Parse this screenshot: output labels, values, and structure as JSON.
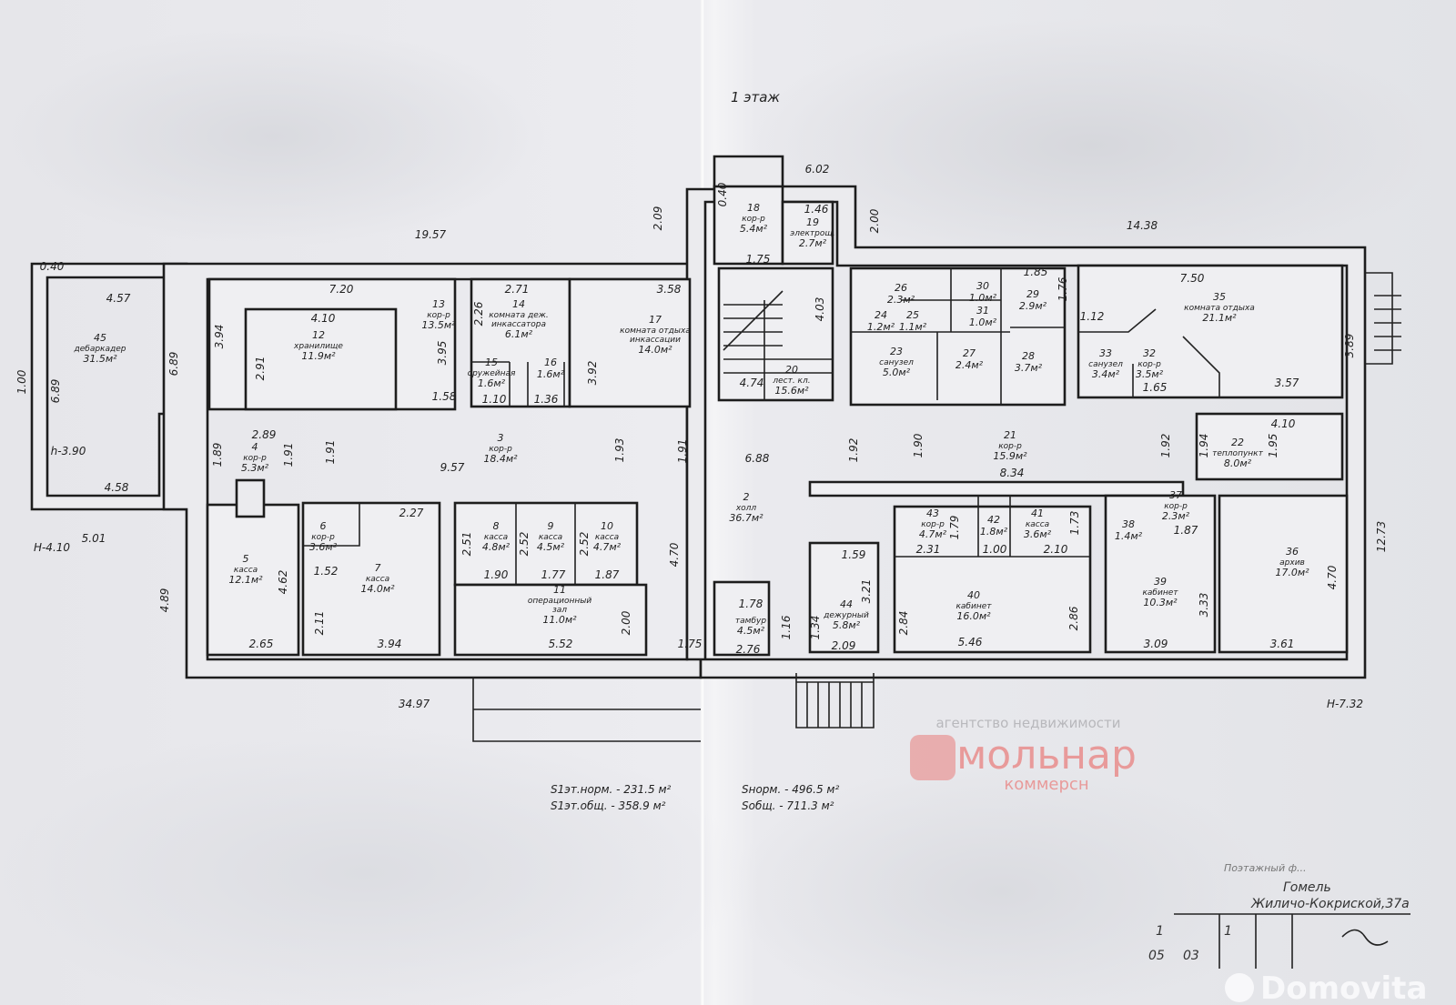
{
  "title": "1 этаж",
  "rooms": [
    {
      "n": "45",
      "name": [
        "дебаркадер"
      ],
      "area": "31.5м²"
    },
    {
      "n": "12",
      "name": [
        "хранилище"
      ],
      "area": "11.9м²"
    },
    {
      "n": "13",
      "name": [
        "кор-р"
      ],
      "area": "13.5м²"
    },
    {
      "n": "14",
      "name": [
        "комната деж.",
        "инкассатора"
      ],
      "area": "6.1м²"
    },
    {
      "n": "15",
      "name": [
        "оружейная"
      ],
      "area": "1.6м²"
    },
    {
      "n": "16",
      "name": [],
      "area": "1.6м²"
    },
    {
      "n": "17",
      "name": [
        "комната отдыха",
        "инкассации"
      ],
      "area": "14.0м²"
    },
    {
      "n": "18",
      "name": [
        "кор-р"
      ],
      "area": "5.4м²"
    },
    {
      "n": "19",
      "name": [
        "электрощ."
      ],
      "area": "2.7м²"
    },
    {
      "n": "20",
      "name": [
        "лест. кл."
      ],
      "area": "15.6м²"
    },
    {
      "n": "26",
      "name": [],
      "area": "2.3м²"
    },
    {
      "n": "24",
      "name": [],
      "area": "1.2м²"
    },
    {
      "n": "25",
      "name": [],
      "area": "1.1м²"
    },
    {
      "n": "30",
      "name": [],
      "area": "1.0м²"
    },
    {
      "n": "31",
      "name": [],
      "area": "1.0м²"
    },
    {
      "n": "29",
      "name": [],
      "area": "2.9м²"
    },
    {
      "n": "23",
      "name": [
        "санузел"
      ],
      "area": "5.0м²"
    },
    {
      "n": "27",
      "name": [],
      "area": "2.4м²"
    },
    {
      "n": "28",
      "name": [],
      "area": "3.7м²"
    },
    {
      "n": "35",
      "name": [
        "комната отдыха"
      ],
      "area": "21.1м²"
    },
    {
      "n": "33",
      "name": [
        "санузел"
      ],
      "area": "3.4м²"
    },
    {
      "n": "32",
      "name": [
        "кор-р"
      ],
      "area": "3.5м²"
    },
    {
      "n": "22",
      "name": [
        "теплопункт"
      ],
      "area": "8.0м²"
    },
    {
      "n": "21",
      "name": [
        "кор-р"
      ],
      "area": "15.9м²"
    },
    {
      "n": "3",
      "name": [
        "кор-р"
      ],
      "area": "18.4м²"
    },
    {
      "n": "4",
      "name": [
        "кор-р"
      ],
      "area": "5.3м²"
    },
    {
      "n": "2",
      "name": [
        "холл"
      ],
      "area": "36.7м²"
    },
    {
      "n": "5",
      "name": [
        "касса"
      ],
      "area": "12.1м²"
    },
    {
      "n": "6",
      "name": [
        "кор-р"
      ],
      "area": "3.6м²"
    },
    {
      "n": "7",
      "name": [
        "касса"
      ],
      "area": "14.0м²"
    },
    {
      "n": "8",
      "name": [
        "касса"
      ],
      "area": "4.8м²"
    },
    {
      "n": "9",
      "name": [
        "касса"
      ],
      "area": "4.5м²"
    },
    {
      "n": "10",
      "name": [
        "касса"
      ],
      "area": "4.7м²"
    },
    {
      "n": "11",
      "name": [
        "операционный",
        "зал"
      ],
      "area": "11.0м²"
    },
    {
      "n": "43",
      "name": [
        "кор-р"
      ],
      "area": "4.7м²"
    },
    {
      "n": "42",
      "name": [],
      "area": "1.8м²"
    },
    {
      "n": "41",
      "name": [
        "касса"
      ],
      "area": "3.6м²"
    },
    {
      "n": "38",
      "name": [],
      "area": "1.4м²"
    },
    {
      "n": "37",
      "name": [
        "кор-р"
      ],
      "area": "2.3м²"
    },
    {
      "n": "40",
      "name": [
        "кабинет"
      ],
      "area": "16.0м²"
    },
    {
      "n": "39",
      "name": [
        "кабинет"
      ],
      "area": "10.3м²"
    },
    {
      "n": "36",
      "name": [
        "архив"
      ],
      "area": "17.0м²"
    },
    {
      "n": "44",
      "name": [
        "дежурный"
      ],
      "area": "5.8м²"
    },
    {
      "n": "",
      "name": [
        "тамбур"
      ],
      "area": "4.5м²"
    }
  ],
  "dims": [
    "19.57",
    "2.09",
    "6.02",
    "2.00",
    "14.38",
    "0.40",
    "4.57",
    "6.89",
    "6.89",
    "h-3.90",
    "4.58",
    "1.00",
    "7.20",
    "3.94",
    "4.10",
    "2.91",
    "3.95",
    "1.58",
    "2.71",
    "2.26",
    "3.58",
    "3.92",
    "1.10",
    "1.36",
    "4.03",
    "4.74",
    "1.75",
    "2.89",
    "1.89",
    "1.91",
    "1.91",
    "9.57",
    "1.93",
    "1.91",
    "6.88",
    "1.92",
    "1.90",
    "8.34",
    "1.92",
    "1.94",
    "1.95",
    "4.10",
    "7.50",
    "1.76",
    "3.89",
    "3.57",
    "1.65",
    "1.12",
    "12.73",
    "2.27",
    "1.52",
    "4.62",
    "2.11",
    "2.65",
    "3.94",
    "2.51",
    "2.52",
    "2.52",
    "1.90",
    "1.77",
    "1.87",
    "4.70",
    "2.00",
    "5.52",
    "1.75",
    "4.89",
    "H-4.10",
    "5.01",
    "34.97",
    "2.76",
    "1.78",
    "1.16",
    "1.34",
    "2.09",
    "3.21",
    "1.59",
    "2.31",
    "1.79",
    "1.00",
    "2.10",
    "1.73",
    "2.84",
    "2.86",
    "5.46",
    "3.09",
    "3.33",
    "3.61",
    "4.70",
    "1.87",
    "H-7.32",
    "1.85",
    "1.46",
    "0.40"
  ],
  "summary": {
    "floor_norm": "S1эт.норм. - 231.5 м²",
    "floor_total": "S1эт.общ. - 358.9 м²",
    "norm": "Sнорм. - 496.5 м²",
    "total": "Sобщ. - 711.3 м²"
  },
  "stamp": {
    "header": "Поэтажный ф...",
    "city": "Гомель",
    "address": "Жиличо-Кокриской,37а",
    "sheet": "1",
    "sheets": "1",
    "row2a": "05",
    "row2b": "03"
  },
  "watermarks": {
    "agency": "агентство недвижимости",
    "brand": "мольнар",
    "brand_sub": "коммерсн",
    "site": "Domovita"
  }
}
